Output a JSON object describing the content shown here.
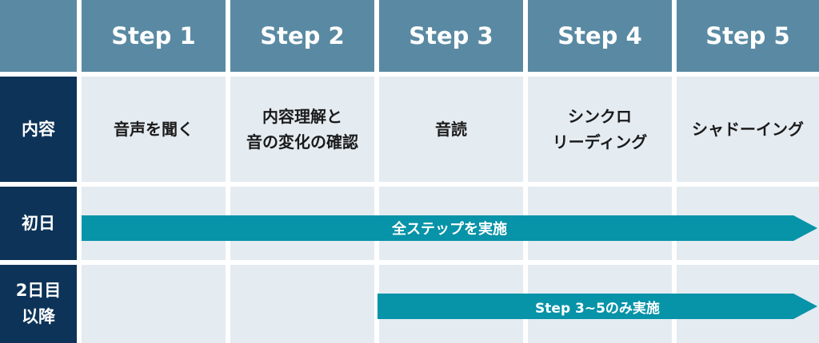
{
  "header": {
    "steps": [
      "Step 1",
      "Step 2",
      "Step 3",
      "Step 4",
      "Step 5"
    ]
  },
  "rows": {
    "content": {
      "label": "内容",
      "cells": [
        "音声を聞く",
        "内容理解と\n音の変化の確認",
        "音読",
        "シンクロ\nリーディング",
        "シャドーイング"
      ]
    },
    "day1": {
      "label": "初日",
      "arrow_label": "全ステップを実施"
    },
    "day2": {
      "label": "2日目\n以降",
      "arrow_label": "Step 3~5のみ実施"
    }
  },
  "colors": {
    "header_bg": "#5a8aa3",
    "row_head_bg": "#0d3358",
    "cell_bg": "#e4ebf1",
    "arrow": "#0793a8"
  }
}
